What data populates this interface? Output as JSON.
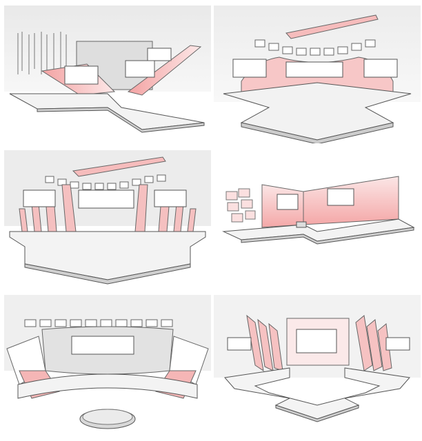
{
  "sheet": {
    "panels": [
      {
        "variant": "x-runway stage with diagonal beam"
      },
      {
        "variant": "curved backdrop with chevron runway"
      },
      {
        "variant": "fanned fins with pentagon runway"
      },
      {
        "variant": "L-shaped wall stage"
      },
      {
        "variant": "arched backdrop with circular platform"
      },
      {
        "variant": "fin tunnel with long runway"
      }
    ]
  },
  "colors": {
    "accent": "#f0a0a0",
    "accent_light": "#fbdede",
    "floor": "#f2f2f2",
    "line": "#5a5a5a",
    "backdrop": "#e6e6e6"
  }
}
